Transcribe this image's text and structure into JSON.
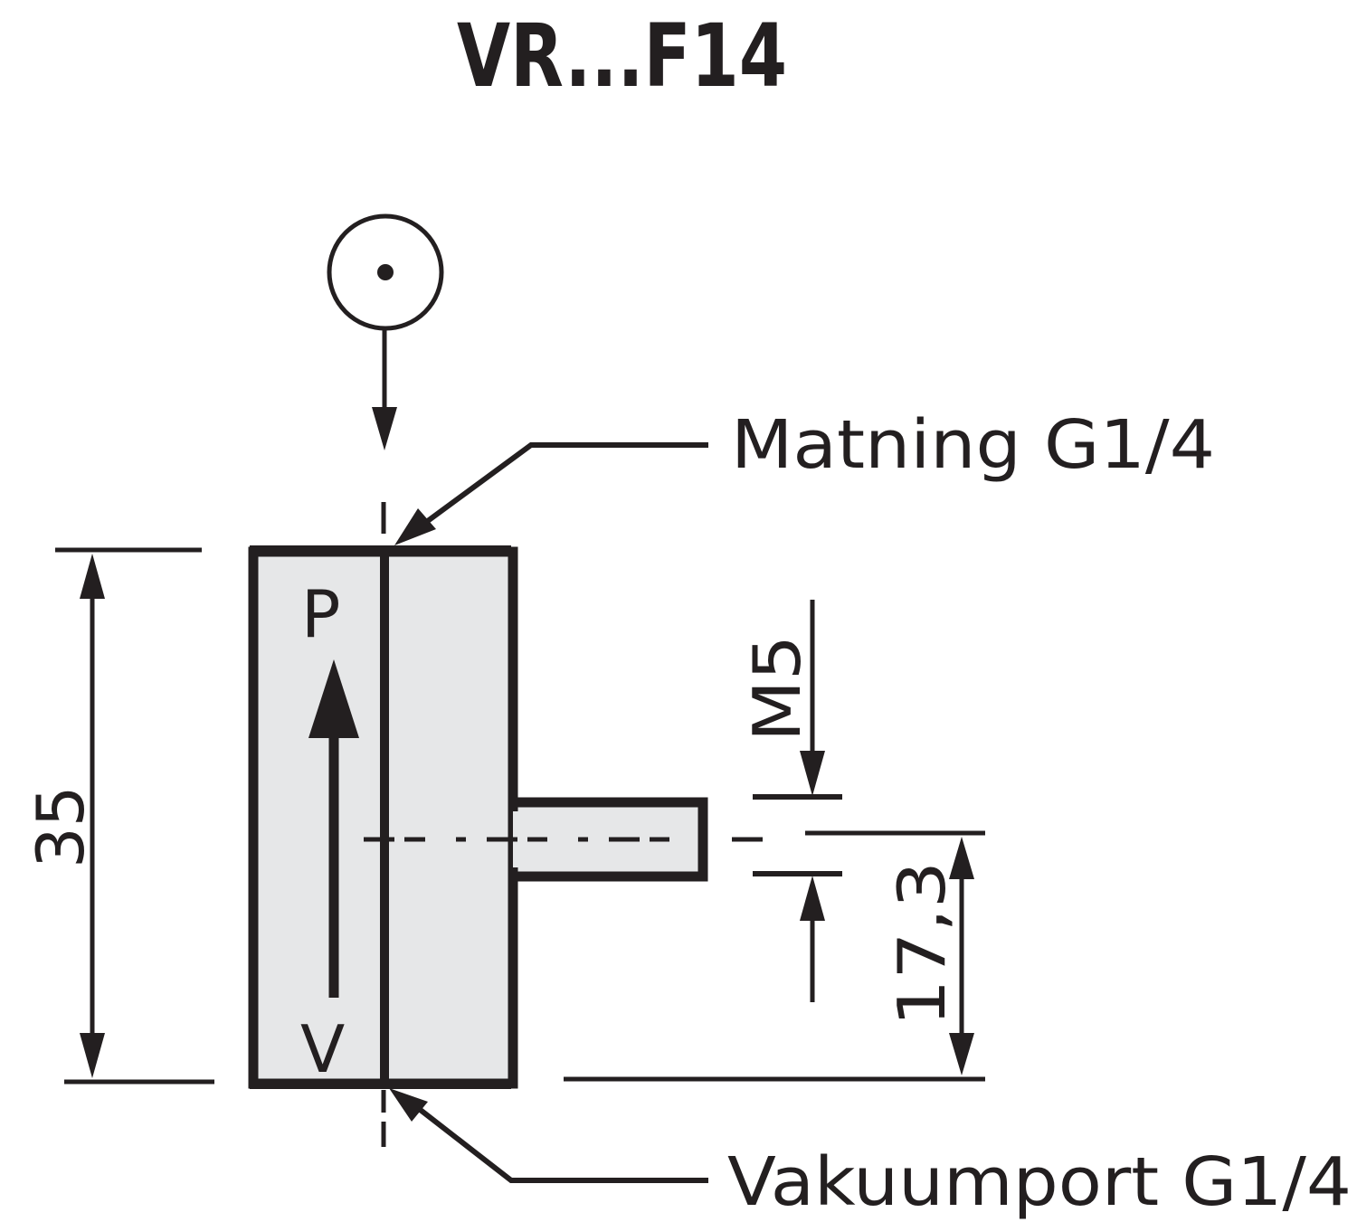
{
  "drawing": {
    "title": "VR...F14",
    "colors": {
      "line": "#231f20",
      "body_fill": "#e6e7e8",
      "background": "#ffffff"
    },
    "view_symbol": "view-direction-icon",
    "callouts": {
      "supply": "Matning G1/4",
      "vacuum": "Vakuumport G1/4"
    },
    "ports": {
      "pressure": "P",
      "vacuum": "V"
    },
    "dimensions": {
      "height": "35",
      "thread": "M5",
      "offset": "17,3"
    }
  }
}
